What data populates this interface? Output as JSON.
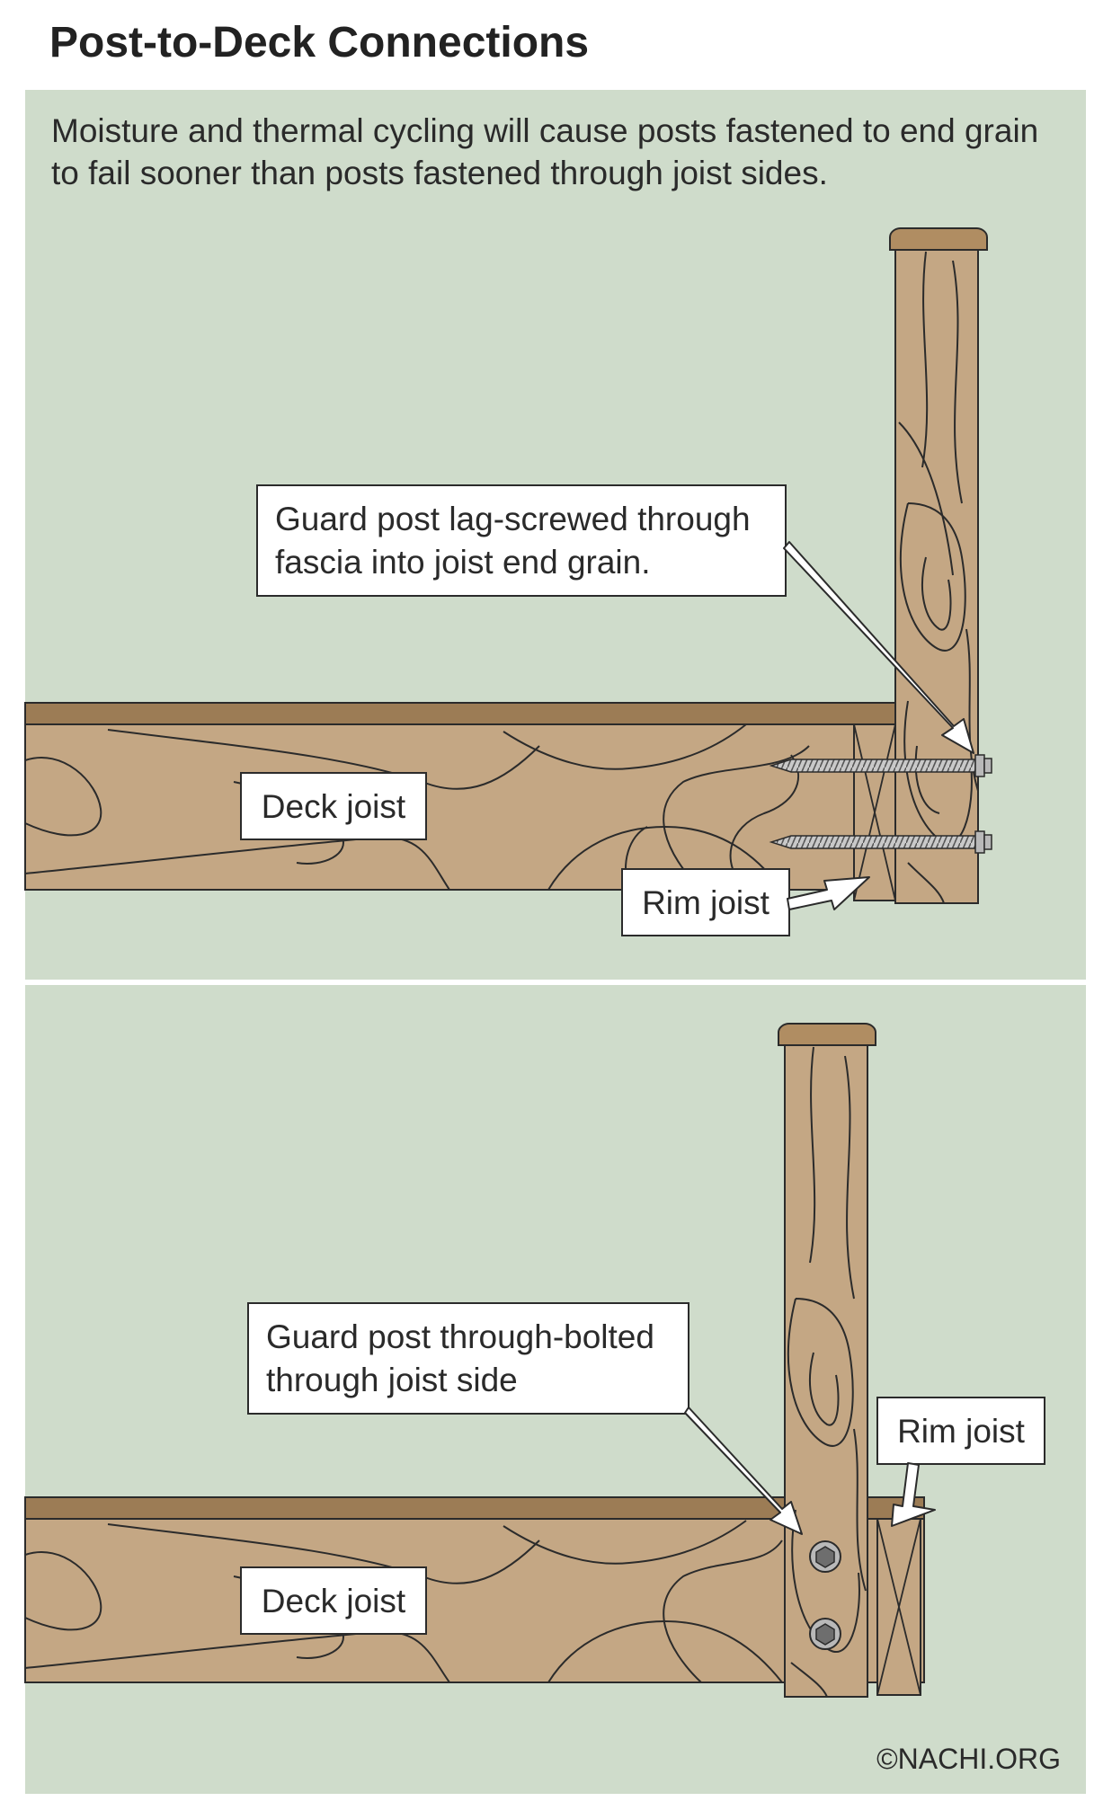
{
  "page": {
    "title": "Post-to-Deck Connections",
    "intro": "Moisture and thermal cycling will cause posts fastened to end grain to fail sooner than posts fastened through joist sides.",
    "credit": "©NACHI.ORG"
  },
  "panel_top": {
    "callout_post": [
      "Guard post lag-screwed through",
      "fascia into joist end grain."
    ],
    "label_deck_joist": "Deck joist",
    "label_rim_joist": "Rim joist"
  },
  "panel_bottom": {
    "callout_post": [
      "Guard post through-bolted",
      "through joist side"
    ],
    "label_deck_joist": "Deck joist",
    "label_rim_joist": "Rim joist"
  },
  "colors": {
    "background": "#cfdccb",
    "wood": "#c4a784",
    "wood_dark": "#9c7c55",
    "post_cap": "#b08d62",
    "line": "#2b2b2b",
    "metal": "#b9b9b9"
  }
}
